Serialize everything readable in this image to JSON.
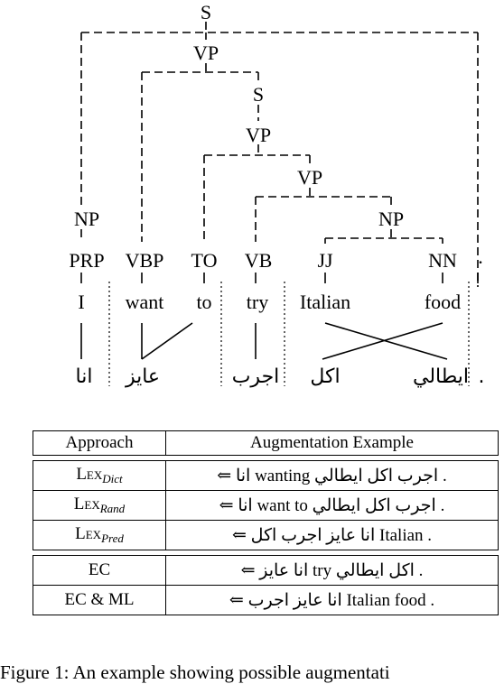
{
  "tree": {
    "nodes": {
      "s_top": "S",
      "vp1": "VP",
      "s2": "S",
      "vp2": "VP",
      "vp3": "VP",
      "np_left": "NP",
      "np_right": "NP",
      "prp": "PRP",
      "vbp": "VBP",
      "to": "TO",
      "vb": "VB",
      "jj": "JJ",
      "nn": "NN",
      "dot": "."
    },
    "words": [
      "I",
      "want",
      "to",
      "try",
      "Italian",
      "food"
    ],
    "arabic_words": [
      "انا",
      "عايز",
      "اجرب",
      "اكل",
      "ايطالي",
      "."
    ]
  },
  "table": {
    "headers": [
      "Approach",
      "Augmentation Example"
    ],
    "groups": [
      [
        {
          "approach": "Lex",
          "sub": "Dict",
          "example": "⇐ انا wanting اجرب اكل ايطالي ."
        },
        {
          "approach": "Lex",
          "sub": "Rand",
          "example": "⇐ انا want to اجرب اكل ايطالي ."
        },
        {
          "approach": "Lex",
          "sub": "Pred",
          "example": "⇐ انا عايز اجرب اكل Italian ."
        }
      ],
      [
        {
          "approach": "EC",
          "sub": "",
          "example": "⇐ انا عايز try اكل ايطالي ."
        },
        {
          "approach": "EC & ML",
          "sub": "",
          "example": "⇐ انا عايز اجرب Italian food ."
        }
      ]
    ]
  },
  "caption": "Figure 1: An example showing possible augmentati"
}
